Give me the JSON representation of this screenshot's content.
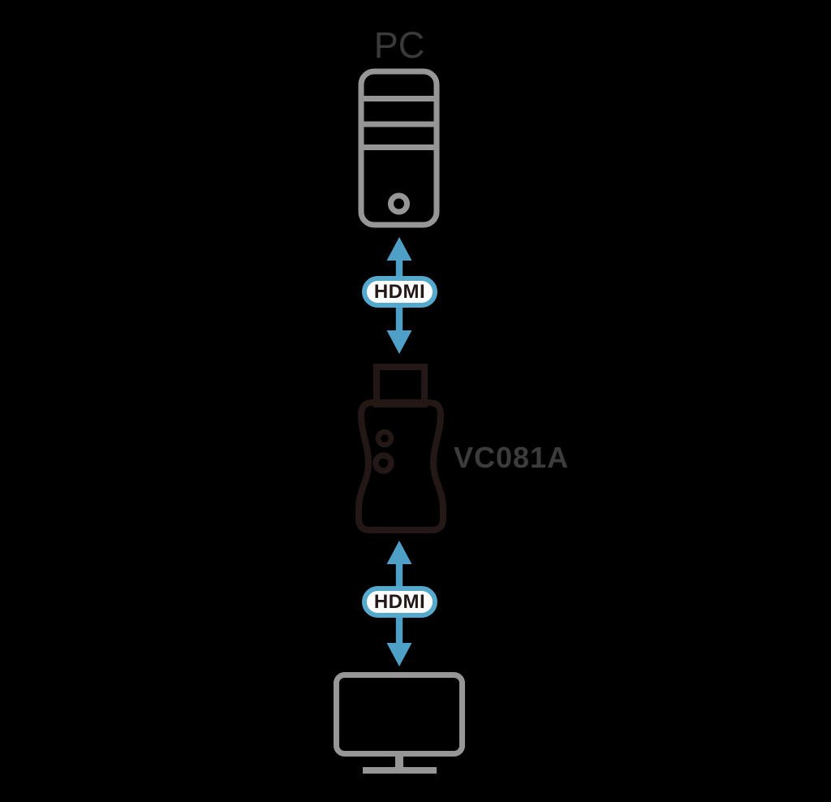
{
  "diagram": {
    "nodes": {
      "pc": {
        "label": "PC",
        "icon": "desktop-tower-icon",
        "icon_color": "#969696",
        "label_color": "#3A3A3A"
      },
      "adapter": {
        "label": "VC081A",
        "icon": "hdmi-adapter-icon",
        "icon_color": "#231815",
        "label_color": "#3C3C3C"
      },
      "display": {
        "icon": "monitor-icon",
        "icon_color": "#969696"
      }
    },
    "connections": [
      {
        "label": "HDMI",
        "type": "double-headed-arrow",
        "from": "pc",
        "to": "adapter",
        "arrow_color": "#4FA0C6",
        "badge_border_color": "#55A9CC",
        "badge_fill_color": "#FFFFFF",
        "badge_text_color": "#231815"
      },
      {
        "label": "HDMI",
        "type": "double-headed-arrow",
        "from": "adapter",
        "to": "display",
        "arrow_color": "#4FA0C6",
        "badge_border_color": "#55A9CC",
        "badge_fill_color": "#FFFFFF",
        "badge_text_color": "#231815"
      }
    ],
    "background_color": "#000000"
  }
}
